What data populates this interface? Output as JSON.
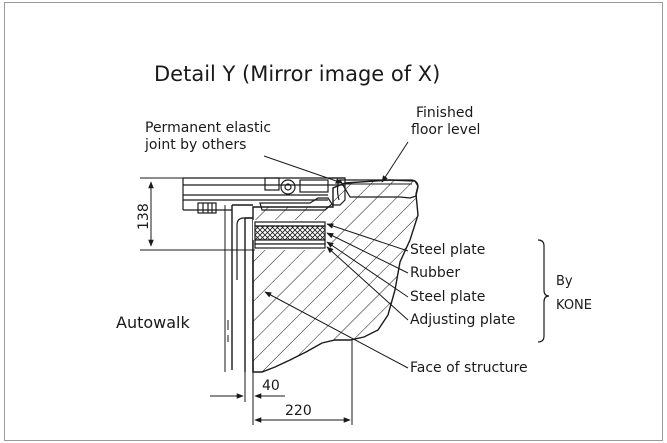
{
  "title": "Detail Y (Mirror image of X)",
  "labels": {
    "permanent_joint_line1": "Permanent elastic",
    "permanent_joint_line2": "joint by others",
    "finished_floor_line1": "Finished",
    "finished_floor_line2": "floor level",
    "steel_plate_top": "Steel plate",
    "rubber": "Rubber",
    "steel_plate_bottom": "Steel plate",
    "adjusting_plate": "Adjusting plate",
    "face_of_structure": "Face of structure",
    "autowalk": "Autowalk",
    "by_kone_line1": "By",
    "by_kone_line2": "KONE"
  },
  "dimensions": {
    "height": "138",
    "offset": "40",
    "width": "220"
  },
  "colors": {
    "line": "#1a1a1a",
    "frame": "#9a9a9a",
    "background": "#ffffff"
  }
}
